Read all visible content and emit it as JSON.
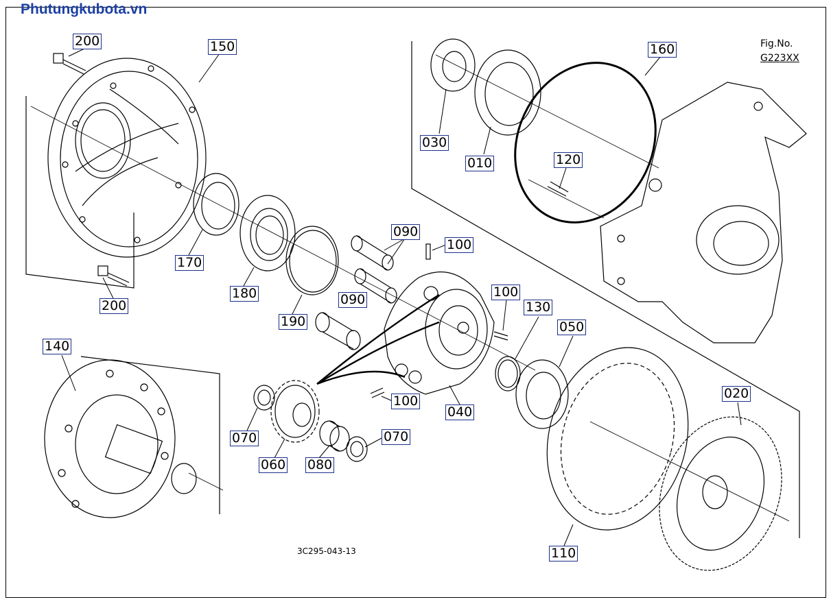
{
  "watermark": "Phutungkubota.vn",
  "figure": {
    "no_label": "Fig.No.",
    "no_value": "G223XX",
    "drawing_code": "3C295-043-13"
  },
  "colors": {
    "ink": "#000000",
    "callout_border": "#1c2f8a",
    "watermark": "#1b3fa6"
  },
  "callouts": [
    "200",
    "150",
    "030",
    "010",
    "160",
    "120",
    "170",
    "180",
    "090",
    "100",
    "190",
    "090",
    "200",
    "100",
    "130",
    "050",
    "140",
    "070",
    "060",
    "080",
    "070",
    "100",
    "040",
    "020",
    "110"
  ]
}
